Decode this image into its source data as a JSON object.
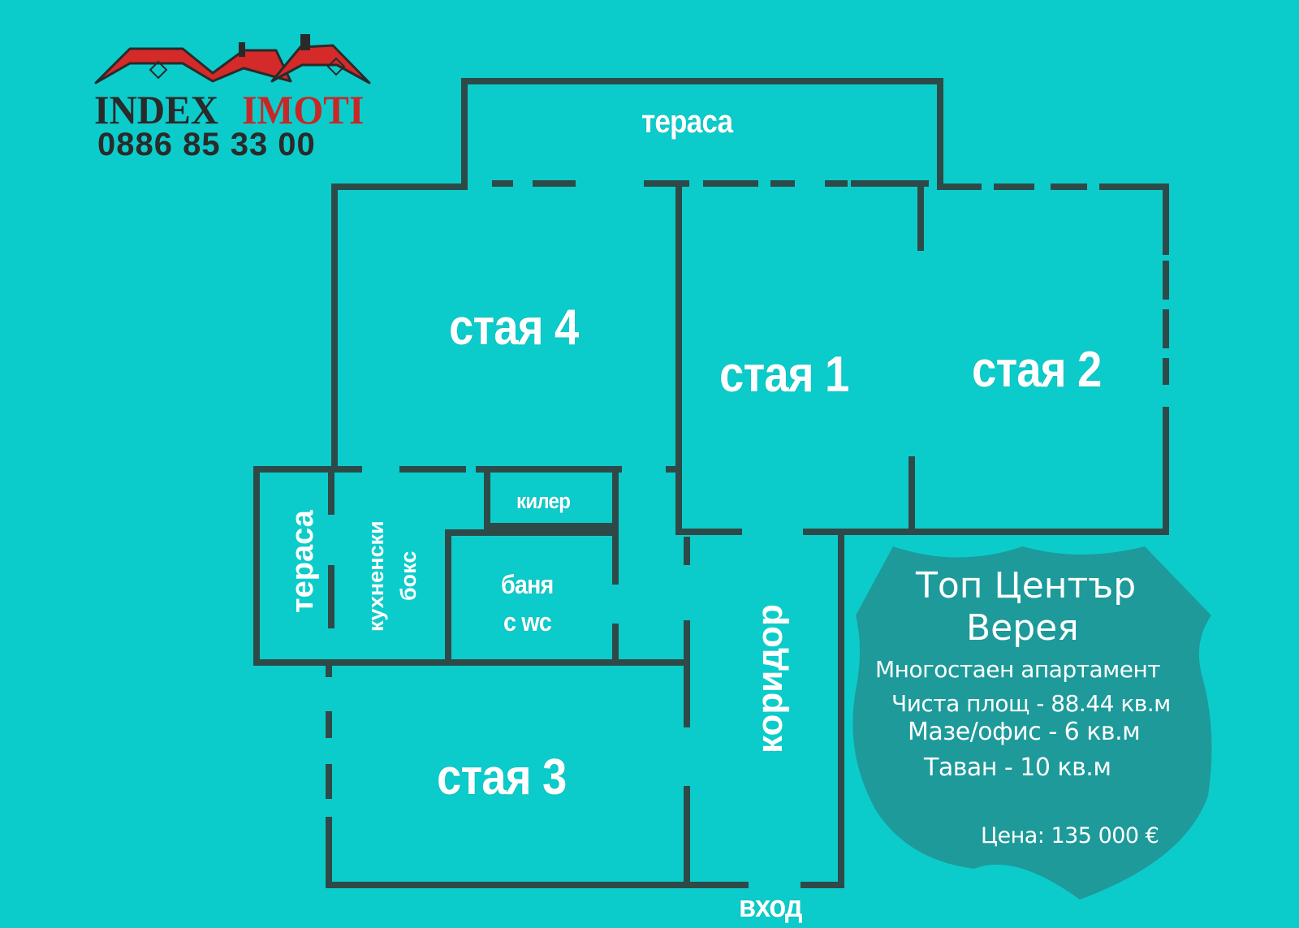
{
  "logo": {
    "brand_part1": "INDEX",
    "brand_part2": "IMOTI",
    "phone": "0886 85 33 00",
    "colors": {
      "roof": "#d42a2a",
      "dark": "#2a2a2a",
      "brand_red": "#c62828"
    }
  },
  "rooms": {
    "terrace_top": "тераса",
    "room4": "стая 4",
    "room1": "стая 1",
    "room2": "стая 2",
    "pantry": "килер",
    "terrace_left": "тераса",
    "kitchen_line1": "кухненски",
    "kitchen_line2": "бокс",
    "bath_line1": "баня",
    "bath_line2": "с wc",
    "corridor": "коридор",
    "room3": "стая 3",
    "entrance": "вход"
  },
  "info": {
    "title_line1": "Топ Център",
    "title_line2": "Верея",
    "type": "Многостаен апартамент",
    "net_area": "Чиста площ - 88.44 кв.м",
    "basement": "Мазе/офис - 6 кв.м",
    "attic": "Таван  - 10 кв.м",
    "price": "Цена: 135 000 €"
  },
  "colors": {
    "background": "#0ccccb",
    "walls": "#2e4a48",
    "badge": "#1e9a9a",
    "text": "#ffffff"
  }
}
